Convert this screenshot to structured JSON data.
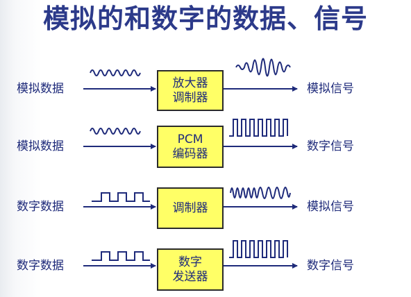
{
  "title": "模拟的和数字的数据、信号",
  "rows": [
    {
      "input": "模拟数据",
      "box_line1": "放大器",
      "box_line2": "调制器",
      "output": "模拟信号"
    },
    {
      "input": "模拟数据",
      "box_line1": "PCM",
      "box_line2": "编码器",
      "output": "数字信号"
    },
    {
      "input": "数字数据",
      "box_line1": "调制器",
      "box_line2": "",
      "output": "模拟信号"
    },
    {
      "input": "数字数据",
      "box_line1": "数字",
      "box_line2": "发送器",
      "output": "数字信号"
    }
  ],
  "colors": {
    "title": "#2c3a8a",
    "text": "#1e2a7a",
    "wire": "#1e2a7a",
    "box_fill": "#ffff66"
  }
}
